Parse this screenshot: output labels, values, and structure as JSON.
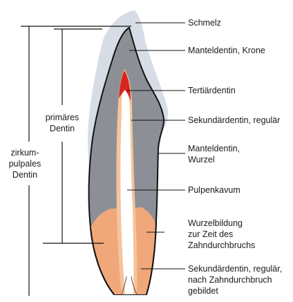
{
  "labels": {
    "schmelz": "Schmelz",
    "manteldentin_krone": "Manteldentin, Krone",
    "tertiaerdentin": "Tertiärdentin",
    "sekundaerdentin_regulaer": "Sekundärdentin, regulär",
    "manteldentin_wurzel_1": "Manteldentin,",
    "manteldentin_wurzel_2": "Wurzel",
    "pulpenkavum": "Pulpenkavum",
    "wurzelbildung_1": "Wurzelbildung",
    "wurzelbildung_2": "zur Zeit des",
    "wurzelbildung_3": "Zahndurchbruchs",
    "sekundaer_nach_1": "Sekundärdentin, regulär,",
    "sekundaer_nach_2": "nach Zahndurchbruch",
    "sekundaer_nach_3": "gebildet",
    "primaeres_1": "primäres",
    "primaeres_2": "Dentin",
    "zirkum_1": "zirkum-",
    "zirkum_2": "pulpales",
    "zirkum_3": "Dentin"
  },
  "colors": {
    "enamel": "#d7dde6",
    "dentin_gray": "#8c9096",
    "outline": "#111111",
    "pulp": "#ffffff",
    "tertiary": "#d8261c",
    "root_dentin": "#f0a77a",
    "pulp_rim": "#f6c39c"
  }
}
